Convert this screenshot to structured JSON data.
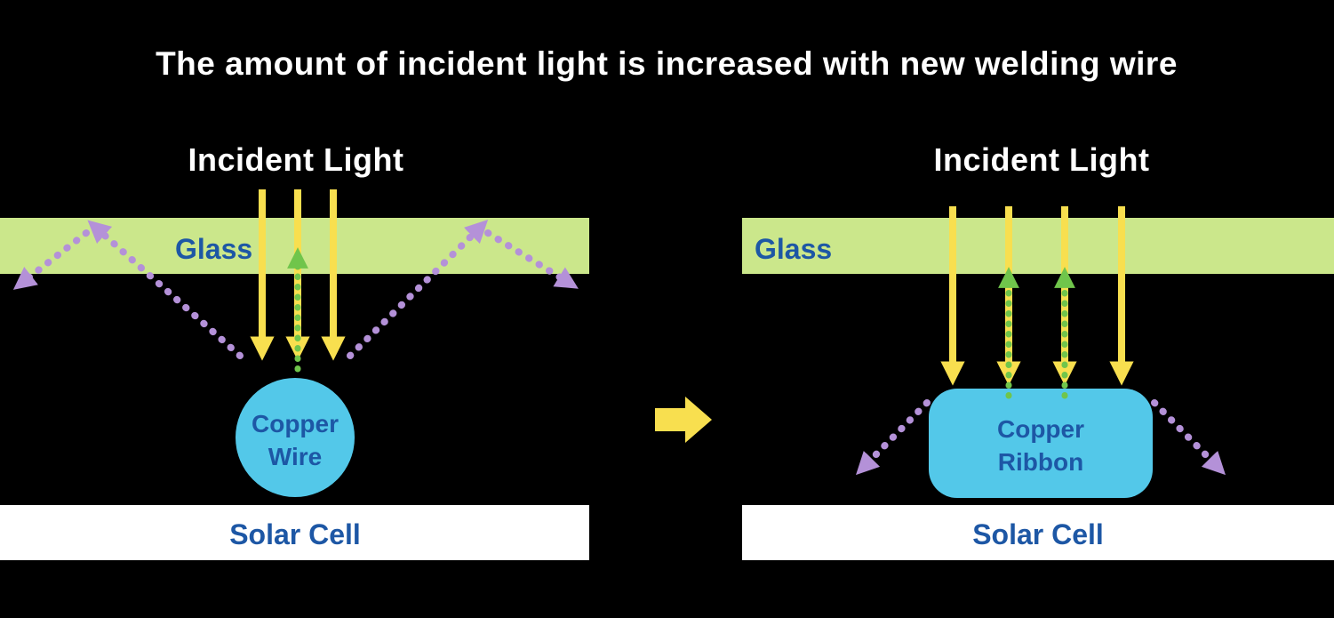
{
  "title": "The amount of incident light is increased with new welding wire",
  "colors": {
    "background": "#000000",
    "title_text": "#ffffff",
    "heading_text": "#ffffff",
    "glass_fill": "#cbe78b",
    "label_navy": "#1d57a5",
    "incident_yellow": "#f8df4f",
    "reflect_green": "#70c54b",
    "scatter_purple": "#b491d8",
    "copper_cyan": "#53c8e9",
    "solar_cell_fill": "#ffffff"
  },
  "left": {
    "incident_light_label": "Incident Light",
    "glass_label": "Glass",
    "copper_line1": "Copper",
    "copper_line2": "Wire",
    "solar_cell_label": "Solar Cell"
  },
  "right": {
    "incident_light_label": "Incident Light",
    "glass_label": "Glass",
    "copper_line1": "Copper",
    "copper_line2": "Ribbon",
    "solar_cell_label": "Solar Cell"
  }
}
